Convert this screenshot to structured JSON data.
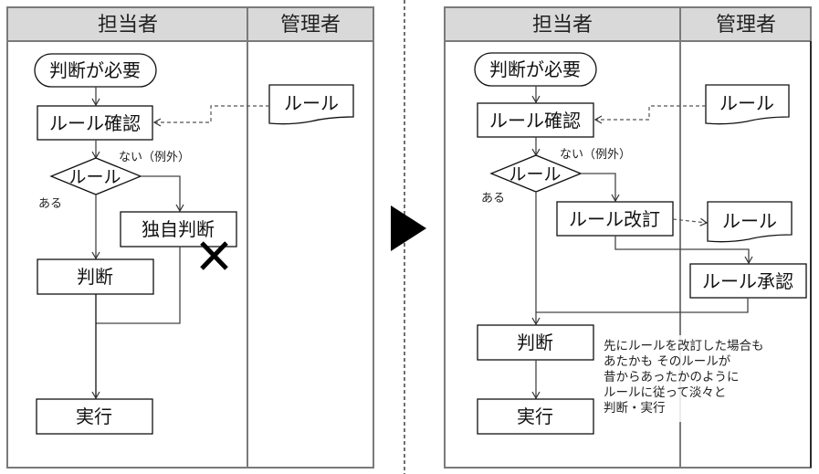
{
  "left_panel": {
    "lanes": [
      {
        "label": "担当者"
      },
      {
        "label": "管理者"
      }
    ],
    "nodes": {
      "start": "判断が必要",
      "check_rule": "ルール確認",
      "decision": "ルール",
      "own_judgment": "独自判断",
      "judgment": "判断",
      "execute": "実行",
      "rule_doc": "ルール"
    },
    "labels": {
      "no_branch": "ない（例外）",
      "yes_branch": "ある"
    },
    "reject_mark": "✕"
  },
  "right_panel": {
    "lanes": [
      {
        "label": "担当者"
      },
      {
        "label": "管理者"
      }
    ],
    "nodes": {
      "start": "判断が必要",
      "check_rule": "ルール確認",
      "decision": "ルール",
      "revise_rule": "ルール改訂",
      "new_rule_doc": "ルール",
      "approve_rule": "ルール承認",
      "judgment": "判断",
      "execute": "実行",
      "rule_doc": "ルール"
    },
    "labels": {
      "no_branch": "ない（例外）",
      "yes_branch": "ある"
    },
    "note_lines": [
      "先にルールを改訂した場合も",
      "あたかも そのルールが",
      "昔からあったかのように",
      "ルールに従って淡々と",
      "判断・実行"
    ]
  },
  "transition_icon": "play-triangle"
}
